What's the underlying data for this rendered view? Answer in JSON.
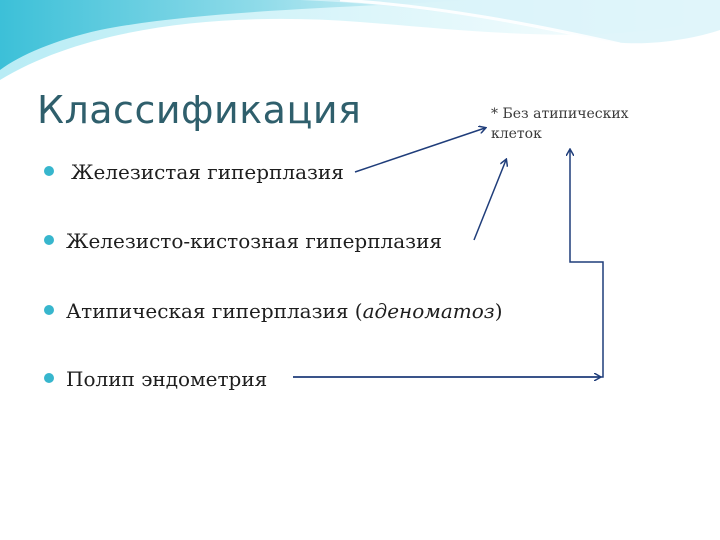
{
  "slide": {
    "title": "Классификация",
    "note": {
      "line1": "* Без атипических",
      "line2": "клеток"
    },
    "bullets": [
      {
        "text": "Железистая гиперплазия"
      },
      {
        "text": "Железисто-кистозная гиперплазия"
      },
      {
        "text_before": "Атипическая гиперплазия (",
        "text_italic": "аденоматоз",
        "text_after": ")"
      },
      {
        "text": "Полип эндометрия"
      }
    ]
  },
  "colors": {
    "title": "#2f5f6c",
    "bullet_dot": "#37b6cd",
    "arrow": "#1f3d7a",
    "wave_light": "#cfeef5",
    "wave_mid": "#7fd3e6",
    "wave_dark": "#2cb0cf"
  }
}
